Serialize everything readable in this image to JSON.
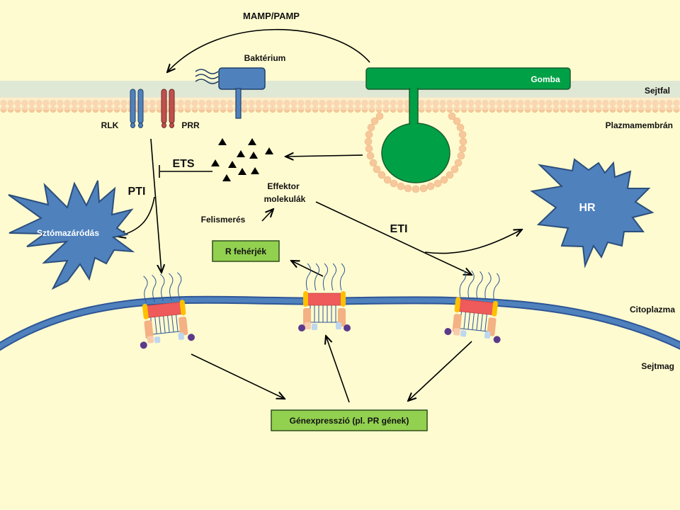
{
  "labels": {
    "mamp": "MAMP/PAMP",
    "bakterium": "Baktérium",
    "gomba": "Gomba",
    "sejtfal": "Sejtfal",
    "plazmamembran": "Plazmamembrán",
    "rlk": "RLK",
    "prr": "PRR",
    "ets": "ETS",
    "pti": "PTI",
    "eti": "ETI",
    "effektor_line1": "Effektor",
    "effektor_line2": "molekulák",
    "felismeres": "Felismerés",
    "r_feherjek": "R fehérjék",
    "sztomazarodas": "Sztómazáródás",
    "hr": "HR",
    "citoplazma": "Citoplazma",
    "sejtmag": "Sejtmag",
    "genexpresszio": "Génexpresszió (pl. PR gének)"
  },
  "colors": {
    "background": "#fefbd0",
    "membrane": "#f8cfa5",
    "cellwall": "#dde8d4",
    "gomba": "#00a046",
    "bakterium": "#4f81bd",
    "star": "#4f81bd",
    "nucleus_line": "#2e5597",
    "green_box": "#92d050",
    "rlk": "#4f81bd",
    "prr": "#c0504d"
  }
}
